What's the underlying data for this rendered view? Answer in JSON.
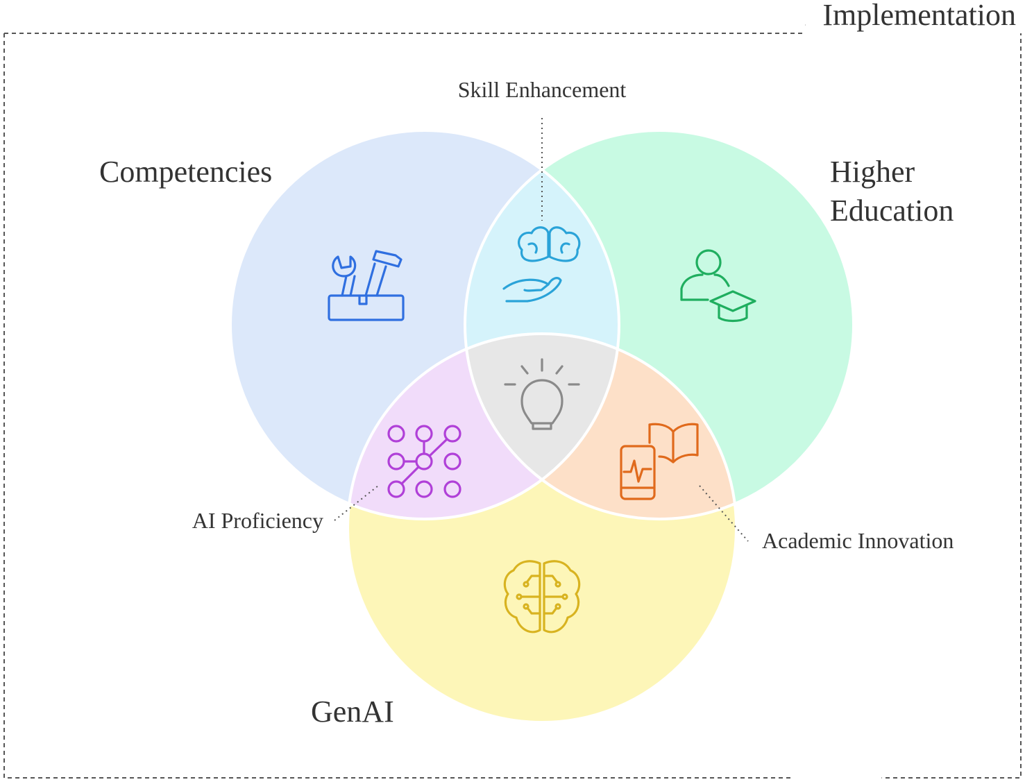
{
  "frame": {
    "label": "Implementation"
  },
  "sets": {
    "competencies": {
      "label": "Competencies",
      "color": "#dce8fa",
      "icon": "toolbox-icon",
      "icon_color": "#2f6fe0"
    },
    "higher_education": {
      "label_line1": "Higher",
      "label_line2": "Education",
      "color": "#c8fae3",
      "icon": "graduate-icon",
      "icon_color": "#1fae5f"
    },
    "genai": {
      "label": "GenAI",
      "color": "#fdf6b8",
      "icon": "ai-brain-icon",
      "icon_color": "#d8b320"
    }
  },
  "intersections": {
    "skill_enhancement": {
      "label": "Skill Enhancement",
      "color": "#d5f3fb",
      "icon": "brain-hand-icon",
      "icon_color": "#2aa3d8"
    },
    "ai_proficiency": {
      "label": "AI Proficiency",
      "color": "#f1dcfa",
      "icon": "pattern-grid-icon",
      "icon_color": "#b040d8"
    },
    "academic_innovation": {
      "label": "Academic Innovation",
      "color": "#fde0c8",
      "icon": "phone-book-icon",
      "icon_color": "#e06a1c"
    },
    "center": {
      "color": "#e7e7e7",
      "icon": "lightbulb-icon",
      "icon_color": "#8a8a8a"
    }
  }
}
